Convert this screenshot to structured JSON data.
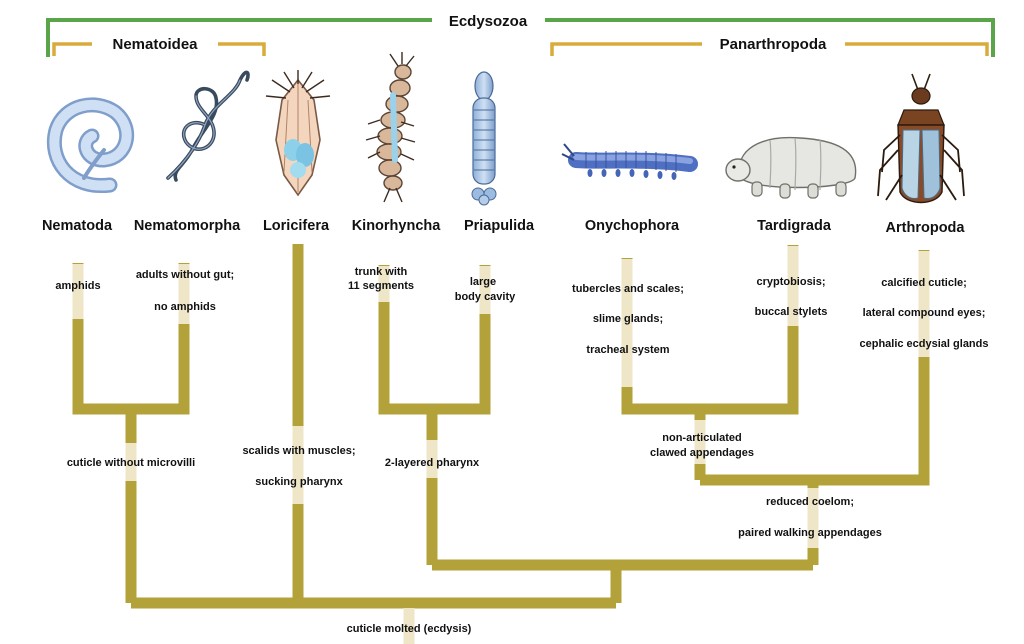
{
  "clades": {
    "ecdysozoa": "Ecdysozoa",
    "nematoidea": "Nematoidea",
    "panarthropoda": "Panarthropoda"
  },
  "colors": {
    "ecdysozoa_bracket": "#5aa54a",
    "subclade_bracket": "#d9ab3c",
    "branch": "#b3a23a",
    "trait_mark": "#efe6c8"
  },
  "taxa": [
    {
      "name": "Nematoda",
      "icon": "coiled-worm-icon"
    },
    {
      "name": "Nematomorpha",
      "icon": "tangled-worm-icon"
    },
    {
      "name": "Loricifera",
      "icon": "lorica-animal-icon"
    },
    {
      "name": "Kinorhyncha",
      "icon": "segmented-worm-icon"
    },
    {
      "name": "Priapulida",
      "icon": "priapulid-icon"
    },
    {
      "name": "Onychophora",
      "icon": "velvet-worm-icon"
    },
    {
      "name": "Tardigrada",
      "icon": "water-bear-icon"
    },
    {
      "name": "Arthropoda",
      "icon": "bug-icon"
    }
  ],
  "traits": {
    "nematoda": [
      "amphids"
    ],
    "nematomorpha": [
      "adults without gut;",
      "no amphids"
    ],
    "kinorhyncha": [
      "trunk with",
      "11 segments"
    ],
    "priapulida": [
      "large",
      "body cavity"
    ],
    "onychophora": [
      "tubercles and scales;",
      "slime glands;",
      "tracheal system"
    ],
    "tardigrada": [
      "cryptobiosis;",
      "buccal stylets"
    ],
    "arthropoda": [
      "calcified cuticle;",
      "lateral compound eyes;",
      "cephalic ecdysial glands"
    ],
    "nematoidea": [
      "cuticle without microvilli"
    ],
    "loricifera": [
      "scalids with muscles;",
      "sucking pharynx"
    ],
    "scalidophora": [
      "2-layered pharynx"
    ],
    "onycho_tardi": [
      "non-articulated",
      "clawed appendages"
    ],
    "panarthropoda": [
      "reduced coelom;",
      "paired walking appendages"
    ],
    "ecdysozoa": [
      "cuticle molted (ecdysis)"
    ]
  }
}
